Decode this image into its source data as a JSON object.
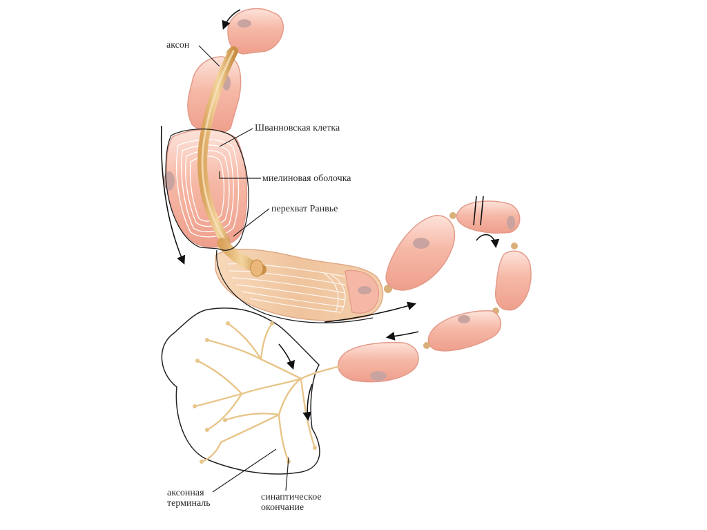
{
  "labels": {
    "axon": "аксон",
    "schwann_cell": "Шванновская клетка",
    "myelin_sheath": "миелиновая оболочка",
    "node_of_ranvier": "перехват Ранвье",
    "axon_terminal_line1": "аксонная",
    "axon_terminal_line2": "терминаль",
    "synaptic_ending_line1": "синаптическое",
    "synaptic_ending_line2": "окончание"
  },
  "colors": {
    "schwann_fill": "#f6b8a6",
    "schwann_highlight": "#fde3da",
    "myelin_fill": "#f3cba5",
    "axon_fill": "#ebc083",
    "axon_stroke": "#c98f46",
    "nucleus_fill": "#c9a3a0",
    "node_fill": "#d9b07a",
    "outline": "#222222",
    "arrow": "#111111"
  }
}
